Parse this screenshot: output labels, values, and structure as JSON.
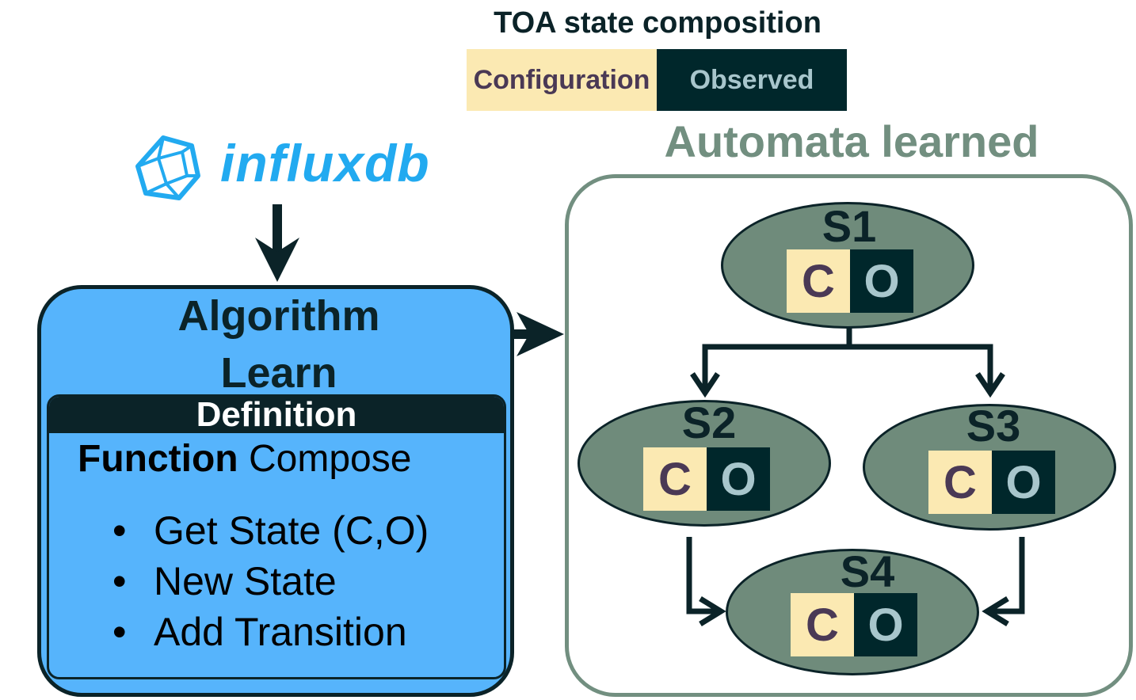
{
  "legend": {
    "title": "TOA state composition",
    "configuration_label": "Configuration",
    "observed_label": "Observed",
    "configuration_color": "#fbe9b2",
    "observed_color": "#00272b"
  },
  "source": {
    "logo_text": "influxdb",
    "icon": "influxdb-logo-icon",
    "color": "#22aaf0"
  },
  "algorithm": {
    "title_line1": "Algorithm",
    "title_line2": "Learn",
    "definition_header": "Definition",
    "function_keyword": "Function",
    "function_name": "Compose",
    "steps": [
      "Get State (C,O)",
      "New State",
      "Add Transition"
    ],
    "fill_color": "#56b4fc"
  },
  "automata": {
    "title": "Automata learned",
    "states": [
      {
        "label": "S1",
        "c": "C",
        "o": "O"
      },
      {
        "label": "S2",
        "c": "C",
        "o": "O"
      },
      {
        "label": "S3",
        "c": "C",
        "o": "O"
      },
      {
        "label": "S4",
        "c": "C",
        "o": "O"
      }
    ],
    "state_color": "#6f8b7b",
    "frame_color": "#728f80"
  }
}
